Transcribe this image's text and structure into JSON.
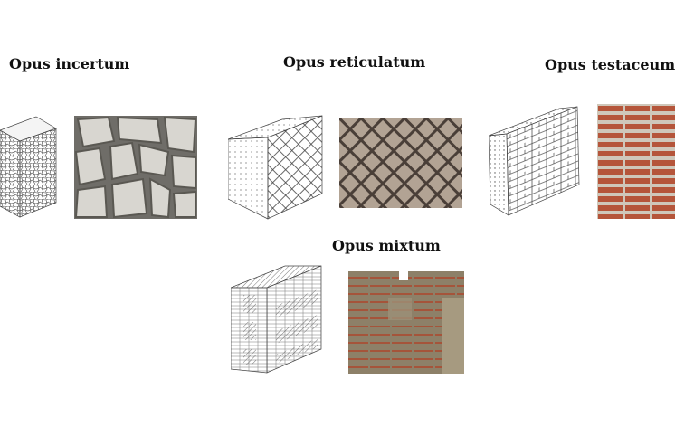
{
  "panels": [
    {
      "id": "incertum",
      "title": "Opus incertum",
      "drawing_icon": "irregular-stone-wall-drawing",
      "photo_icon": "irregular-stone-photo"
    },
    {
      "id": "reticulatum",
      "title": "Opus  reticulatum",
      "drawing_icon": "diamond-net-wall-drawing",
      "photo_icon": "diamond-stone-photo"
    },
    {
      "id": "testaceum",
      "title": "Opus  testaceum",
      "drawing_icon": "brick-wall-drawing",
      "photo_icon": "brick-wall-photo"
    },
    {
      "id": "mixtum",
      "title": "Opus mixtum",
      "drawing_icon": "mixed-wall-drawing",
      "photo_icon": "mixed-wall-photo"
    }
  ],
  "colors": {
    "stone": "#c9c6be",
    "tuff": "#a89a88",
    "brick": "#b5553a",
    "mortar": "#d8cfc4"
  }
}
